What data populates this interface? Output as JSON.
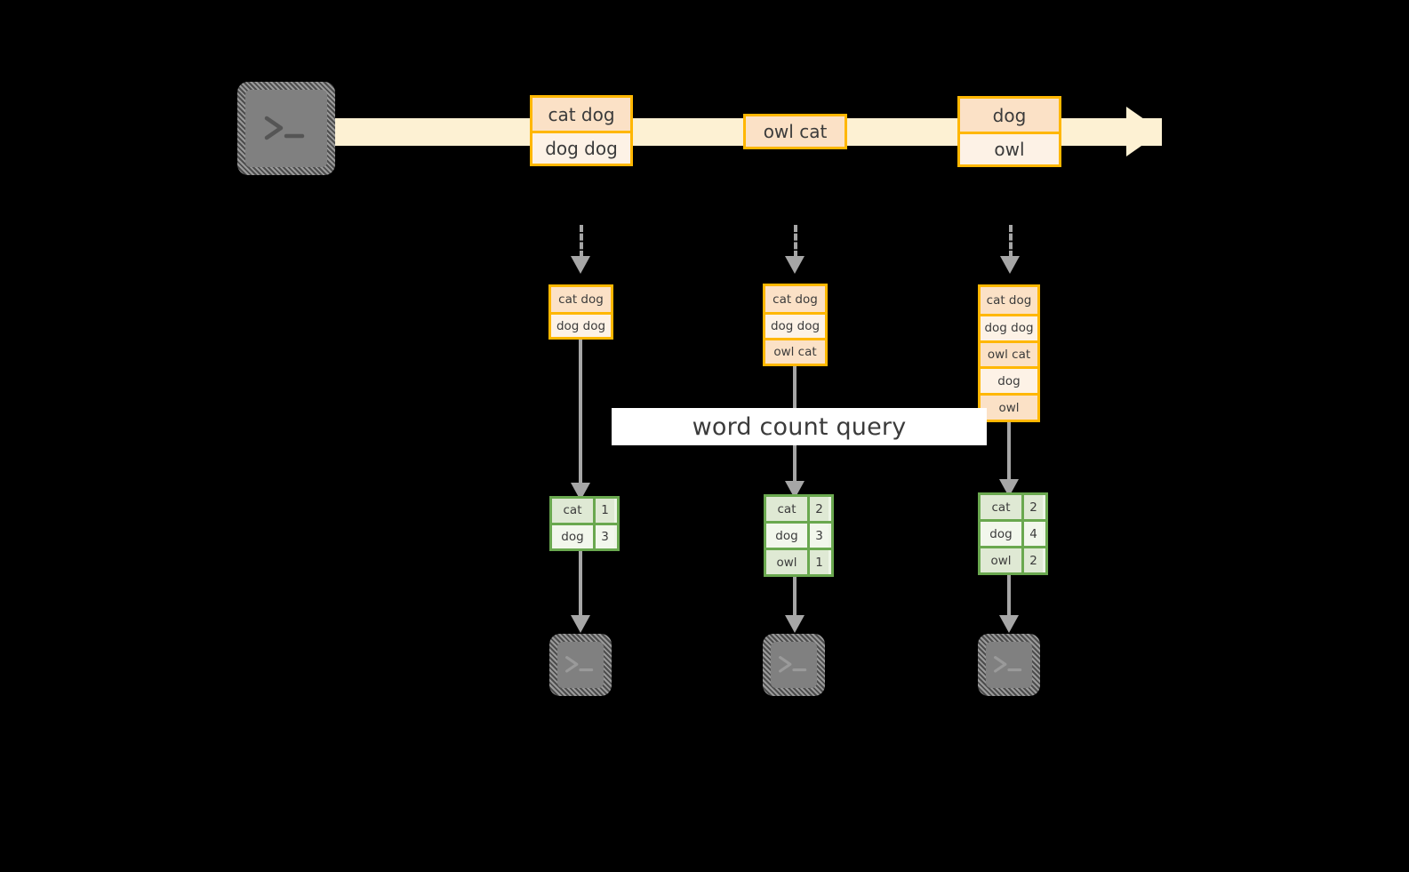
{
  "diagram": {
    "title_label": "word count query",
    "colors": {
      "stream_fill": "#fdf1d3",
      "record_border": "#ffb700",
      "record_dark": "#fbe1c6",
      "record_light": "#fdf2e6",
      "table_border": "#6aa84f",
      "table_dark": "#dfe9d4",
      "table_light": "#f2f7ec",
      "connector": "#a6a6a6",
      "terminal_fill": "#808080",
      "background": "#000000"
    },
    "icons": {
      "producer_terminal": "terminal-icon",
      "consumer_terminal": "terminal-icon",
      "stream_arrow": "arrow-right-icon",
      "flow_arrow": "arrow-down-icon"
    }
  },
  "stream": {
    "producer_name": "producer-terminal",
    "records": [
      {
        "name": "stream-record-1",
        "lines": [
          "cat dog",
          "dog dog"
        ]
      },
      {
        "name": "stream-record-2",
        "lines": [
          "owl cat"
        ]
      },
      {
        "name": "stream-record-3",
        "lines": [
          "dog",
          "owl"
        ]
      }
    ]
  },
  "snapshots": [
    {
      "name": "snapshot-1",
      "records": [
        "cat dog",
        "dog dog"
      ],
      "results": {
        "rows": [
          {
            "word": "cat",
            "count": "1"
          },
          {
            "word": "dog",
            "count": "3"
          }
        ]
      }
    },
    {
      "name": "snapshot-2",
      "records": [
        "cat dog",
        "dog dog",
        "owl cat"
      ],
      "results": {
        "rows": [
          {
            "word": "cat",
            "count": "2"
          },
          {
            "word": "dog",
            "count": "3"
          },
          {
            "word": "owl",
            "count": "1"
          }
        ]
      }
    },
    {
      "name": "snapshot-3",
      "records": [
        "cat dog",
        "dog dog",
        "owl cat",
        "dog",
        "owl"
      ],
      "results": {
        "rows": [
          {
            "word": "cat",
            "count": "2"
          },
          {
            "word": "dog",
            "count": "4"
          },
          {
            "word": "owl",
            "count": "2"
          }
        ]
      }
    }
  ]
}
